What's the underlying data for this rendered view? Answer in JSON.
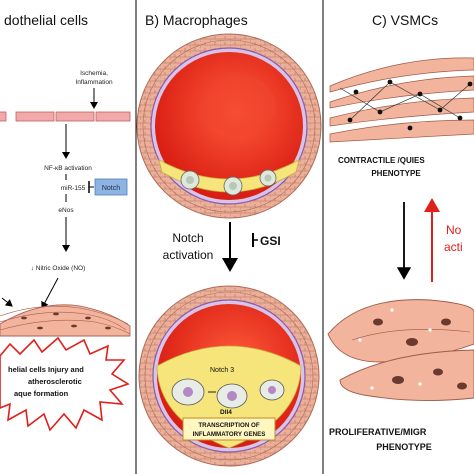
{
  "panel_a": {
    "title": "dothelial cells",
    "ischemia_line1": "Ischemia,",
    "ischemia_line2": "Inflammation",
    "nfkb": "NF-κB activation",
    "mir155": "miR-155",
    "notch_box": "Notch",
    "enos": "eNos",
    "nitric_oxide": "↓ Nitric Oxide (NO)",
    "injury_line1": "helial cells Injury and",
    "injury_line2": "atherosclerotic",
    "injury_line3": "aque formation"
  },
  "panel_b": {
    "title": "B) Macrophages",
    "notch_activation_line1": "Notch",
    "notch_activation_line2": "activation",
    "gsi": "GSI",
    "notch3": "Notch 3",
    "dll4": "Dll4",
    "transcription_line1": "TRANSCRIPTION OF",
    "transcription_line2": "INFLAMMATORY GENES"
  },
  "panel_c": {
    "title": "C) VSMCs",
    "contractile_line1": "CONTRACTILE /QUIES",
    "contractile_line2": "PHENOTYPE",
    "notch_red_line1": "No",
    "notch_red_line2": "acti",
    "proliferative_line1": "PROLIFERATIVE/MIGR",
    "proliferative_line2": "PHENOTYPE"
  },
  "colors": {
    "notch_box_fill": "#8eb4e3",
    "red_arrow": "#e0201b",
    "vessel_wall": "#e6a28c",
    "lumen": "#e22a1c",
    "plaque": "#f6e57a",
    "cell_pink": "#f2b49c"
  }
}
